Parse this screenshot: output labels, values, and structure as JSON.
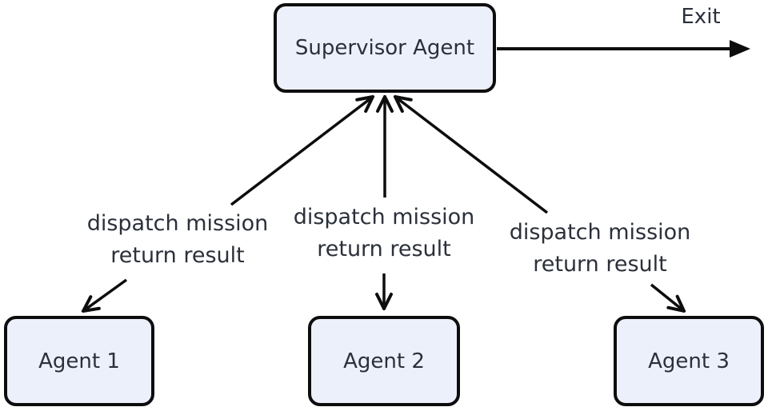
{
  "nodes": {
    "supervisor": {
      "label": "Supervisor Agent"
    },
    "agent1": {
      "label": "Agent 1"
    },
    "agent2": {
      "label": "Agent 2"
    },
    "agent3": {
      "label": "Agent 3"
    }
  },
  "exit": {
    "label": "Exit"
  },
  "edges": [
    {
      "line1": "dispatch mission",
      "line2": "return result"
    },
    {
      "line1": "dispatch mission",
      "line2": "return result"
    },
    {
      "line1": "dispatch mission",
      "line2": "return result"
    }
  ],
  "colors": {
    "node_fill": "#ecf0fa",
    "node_border": "#0d0d0d",
    "arrow": "#0d0d0d",
    "text": "#2a303c",
    "background": "#ffffff"
  }
}
